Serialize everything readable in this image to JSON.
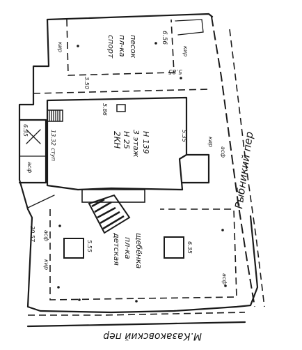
{
  "streets": {
    "right": "Рыбникий пер",
    "bottom": "М.Казаковский пер"
  },
  "buildings": {
    "main": {
      "line1": "2КН",
      "line2": "Н 25",
      "line3": "3 этаж",
      "line4": "Н 139",
      "dim_left": "13.32",
      "dim_right": "5.35",
      "dim_top": "5.86",
      "mark1": "ступ",
      "mark2": "кир"
    },
    "top": {
      "line1": "спорт",
      "line2": "пл-ка",
      "line3": "песок",
      "dim": "6.56",
      "dim2": "5.85",
      "dim3": "3.50",
      "mark": "кир"
    },
    "bottom": {
      "line1": "детская",
      "line2": "пл-ка",
      "line3": "щебёнка",
      "dim1": "5.55",
      "dim2": "6.35",
      "dim3": "20.57",
      "mark": "асф"
    }
  },
  "labels": {
    "left1": "6.35",
    "left2": "асф",
    "small1": "кир",
    "small2": "асф",
    "small3": "кир",
    "small4": "асф"
  }
}
